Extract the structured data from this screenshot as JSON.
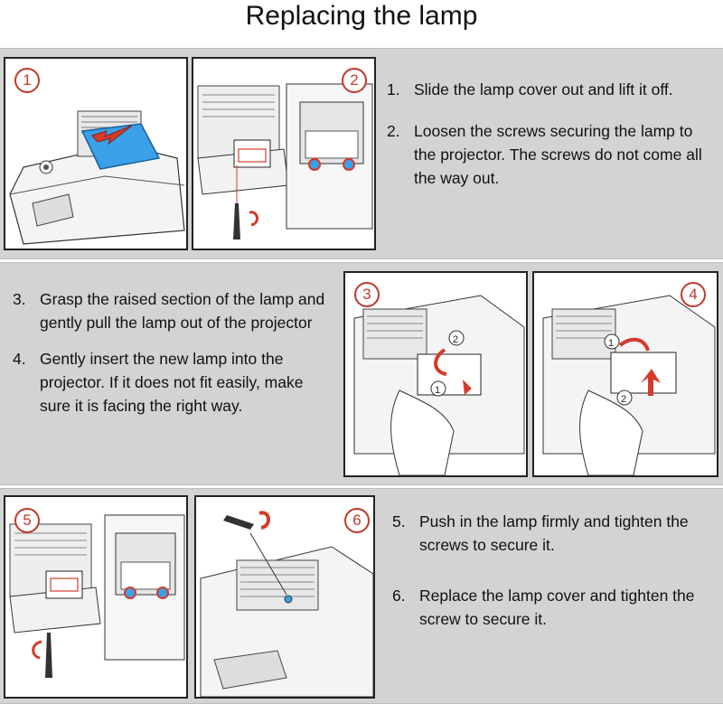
{
  "title": "Replacing the lamp",
  "badges": [
    "1",
    "2",
    "3",
    "4",
    "5",
    "6"
  ],
  "steps": [
    {
      "number": "1.",
      "text": "Slide the lamp cover out and lift it off."
    },
    {
      "number": "2.",
      "text": "Loosen the screws securing the lamp to the projector. The screws do not come all the way out."
    },
    {
      "number": "3.",
      "text": "Grasp the raised section of the lamp and gently pull the lamp out of the projector"
    },
    {
      "number": "4.",
      "text": "Gently insert the new lamp into the projector. If it does not fit easily, make sure it is facing the right way."
    },
    {
      "number": "5.",
      "text": "Push in the lamp firmly and tighten the screws to secure it."
    },
    {
      "number": "6.",
      "text": "Replace the lamp cover and tighten the screw to secure it."
    }
  ],
  "callouts": {
    "first": "1",
    "second": "2"
  },
  "colors": {
    "band": "#d3d3d3",
    "badge": "#c0392b",
    "cover": "#3aa0e8",
    "arrow": "#d63a2a"
  }
}
